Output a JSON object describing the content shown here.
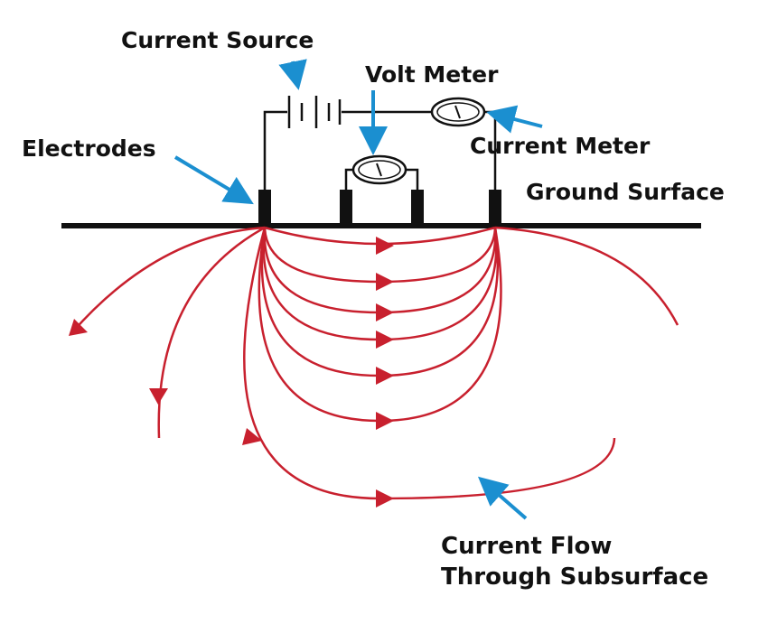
{
  "labels": {
    "current_source": "Current Source",
    "volt_meter": "Volt Meter",
    "electrodes": "Electrodes",
    "current_meter": "Current Meter",
    "ground_surface": "Ground Surface",
    "current_flow_line1": "Current Flow",
    "current_flow_line2": "Through Subsurface"
  },
  "colors": {
    "current_lines": "#c8202e",
    "pointer_arrows": "#1b8fd0",
    "wiring": "#111111",
    "background": "#ffffff"
  },
  "icons": [
    "battery-icon",
    "volt-meter-icon",
    "current-meter-icon"
  ]
}
